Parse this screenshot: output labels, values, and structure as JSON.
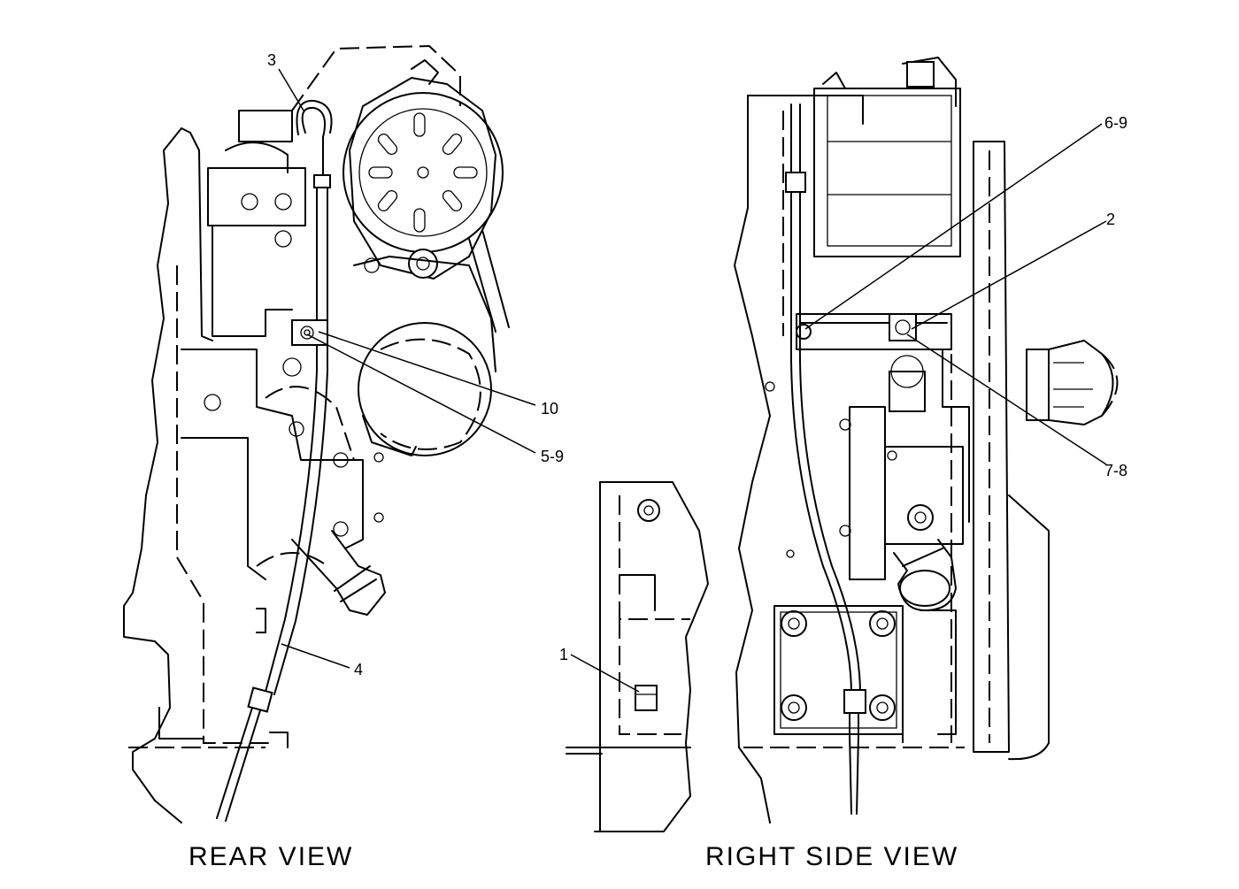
{
  "views": {
    "rear": {
      "caption": "REAR VIEW"
    },
    "right_side": {
      "caption": "RIGHT SIDE VIEW"
    }
  },
  "callouts": {
    "rear": [
      "3",
      "10",
      "5-9",
      "4"
    ],
    "right_side": [
      "6-9",
      "2",
      "7-8",
      "1"
    ]
  },
  "line_color": "#000000",
  "background_color": "#ffffff"
}
